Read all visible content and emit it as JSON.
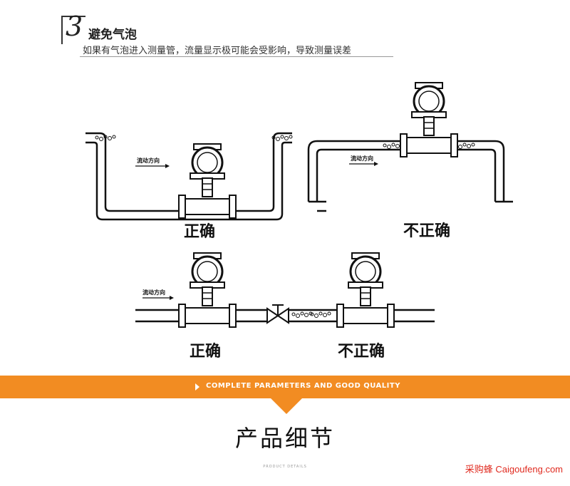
{
  "header": {
    "step_number": "3",
    "title": "避免气泡",
    "subtitle": "如果有气泡进入测量管，流量显示极可能会受影响，导致测量误差"
  },
  "diagrams": {
    "flow_direction": "流动方向",
    "correct": "正确",
    "incorrect": "不正确"
  },
  "banner": {
    "text": "COMPLETE PARAMETERS AND GOOD QUALITY",
    "color": "#f28c22"
  },
  "section_title": "产品细节",
  "fine_print": "PRODUCT DETAILS",
  "watermark": "采购蜂 Caigoufeng.com"
}
